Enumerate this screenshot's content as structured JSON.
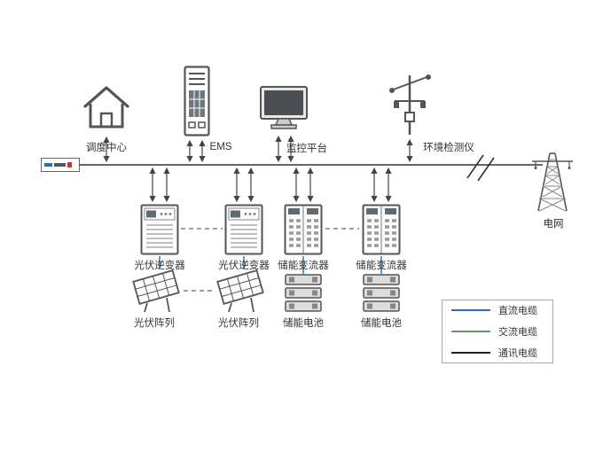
{
  "top_devices": [
    {
      "label": "调度中心"
    },
    {
      "label": "EMS"
    },
    {
      "label": "监控平台"
    },
    {
      "label": "环境检测仪"
    }
  ],
  "converters": [
    {
      "label": "光伏逆变器"
    },
    {
      "label": "光伏逆变器"
    },
    {
      "label": "储能变流器"
    },
    {
      "label": "储能变流器"
    }
  ],
  "sources": [
    {
      "label": "光伏阵列"
    },
    {
      "label": "光伏阵列"
    },
    {
      "label": "储能电池"
    },
    {
      "label": "储能电池"
    }
  ],
  "grid": {
    "label": "电网"
  },
  "legend": {
    "items": [
      {
        "label": "直流电缆",
        "color": "#2e6db4"
      },
      {
        "label": "交流电缆",
        "color": "#6f9470"
      },
      {
        "label": "通讯电缆",
        "color": "#1f1f1f"
      }
    ]
  }
}
